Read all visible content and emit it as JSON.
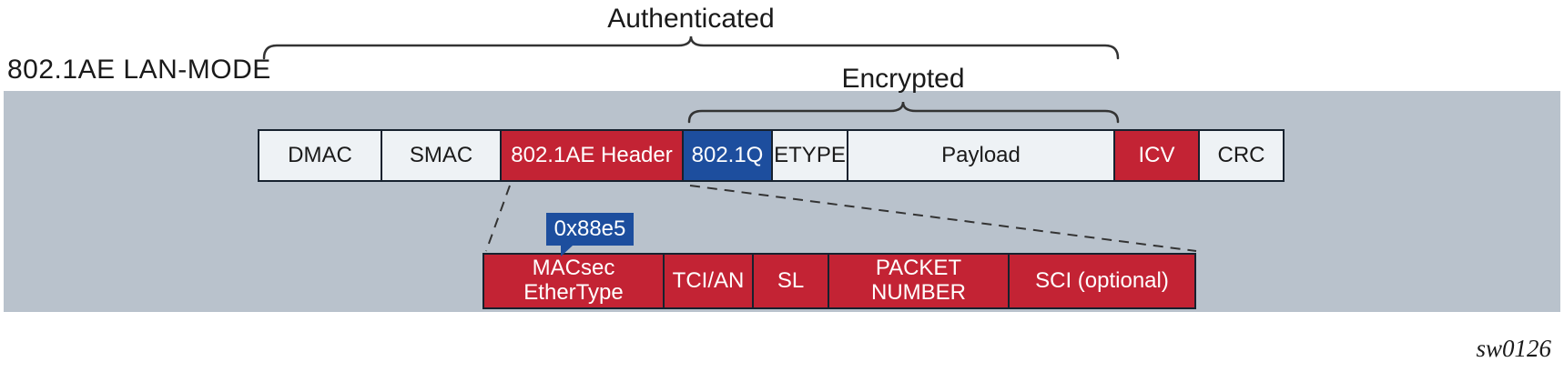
{
  "title": "802.1AE LAN-MODE",
  "annotations": {
    "authenticated": "Authenticated",
    "encrypted": "Encrypted",
    "watermark": "sw0126"
  },
  "ethertype_badge": {
    "label": "0x88e5"
  },
  "frame": {
    "fields": [
      {
        "label": "DMAC",
        "style": "light"
      },
      {
        "label": "SMAC",
        "style": "light"
      },
      {
        "label": "802.1AE Header",
        "style": "red"
      },
      {
        "label": "802.1Q",
        "style": "blue"
      },
      {
        "label": "ETYPE",
        "style": "light"
      },
      {
        "label": "Payload",
        "style": "light"
      },
      {
        "label": "ICV",
        "style": "red"
      },
      {
        "label": "CRC",
        "style": "light"
      }
    ]
  },
  "macsec_header": {
    "fields": [
      {
        "label": "MACsec\nEtherType"
      },
      {
        "label": "TCI/AN"
      },
      {
        "label": "SL"
      },
      {
        "label": "PACKET\nNUMBER"
      },
      {
        "label": "SCI (optional)"
      }
    ]
  },
  "colors": {
    "band": "#b9c2cc",
    "field_light": "#eef2f5",
    "field_red": "#c32334",
    "field_blue": "#1d4e9e",
    "border": "#16212e"
  }
}
